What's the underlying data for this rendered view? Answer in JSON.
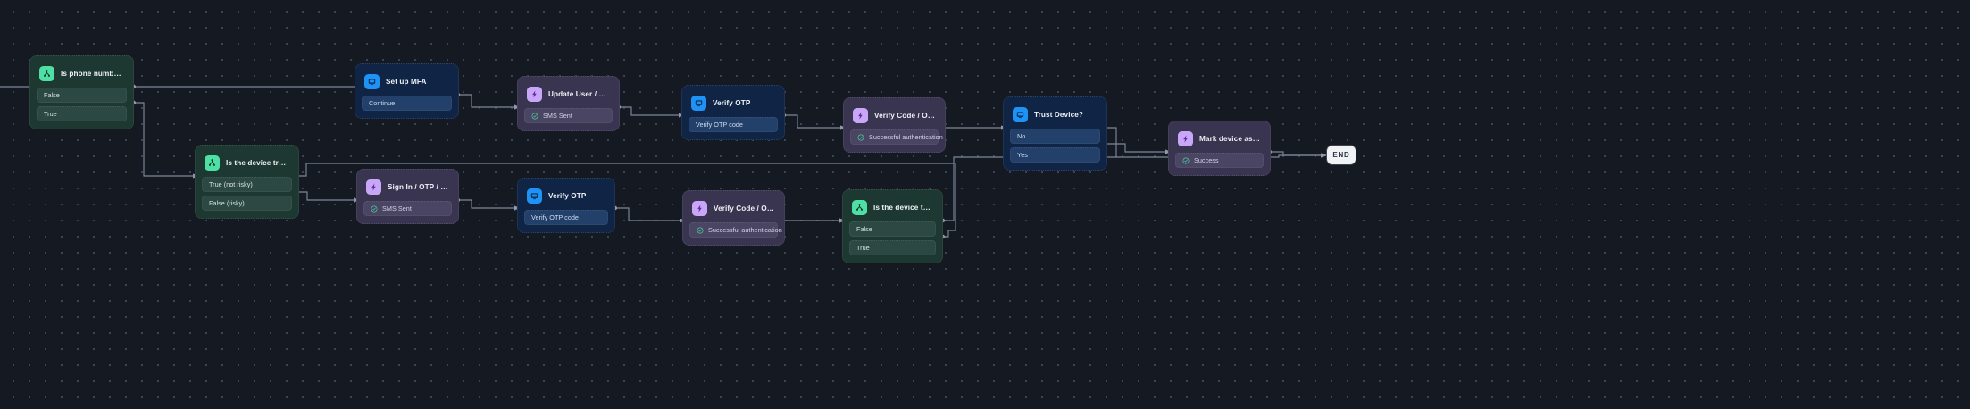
{
  "canvas": {
    "background": "#141922",
    "grid_dot_color": "#3b4354",
    "accents": {
      "green": "#4ddfa4",
      "green_node": "#1d3830",
      "blue": "#1f93f5",
      "blue_node": "#102546",
      "purple": "#c9a6f7",
      "purple_node": "#393450",
      "edge": "#7b8799",
      "end_pill": "#f0f2f5"
    }
  },
  "nodes": [
    {
      "id": "is-phone-number-verified",
      "kind": "condition",
      "icon": "branch-icon",
      "title": "Is phone number verified?",
      "rows": [
        {
          "label": "False",
          "icon": "none"
        },
        {
          "label": "True",
          "icon": "none"
        }
      ]
    },
    {
      "id": "set-up-mfa",
      "kind": "screen",
      "icon": "screen-icon",
      "title": "Set up MFA",
      "rows": [
        {
          "label": "Continue",
          "icon": "none"
        }
      ]
    },
    {
      "id": "update-user-otp-sms",
      "kind": "action",
      "icon": "bolt-icon",
      "title": "Update User / OTP / SMS",
      "rows": [
        {
          "label": "SMS Sent",
          "icon": "check-circle-icon"
        }
      ]
    },
    {
      "id": "verify-otp-top",
      "kind": "screen",
      "icon": "screen-icon",
      "title": "Verify OTP",
      "rows": [
        {
          "label": "Verify OTP code",
          "icon": "none"
        }
      ]
    },
    {
      "id": "verify-code-otp-sms-top",
      "kind": "action",
      "icon": "bolt-icon",
      "title": "Verify Code / OTP / SMS",
      "rows": [
        {
          "label": "Successful authentication",
          "icon": "check-circle-icon"
        }
      ]
    },
    {
      "id": "trust-device",
      "kind": "screen",
      "icon": "screen-icon",
      "title": "Trust Device?",
      "rows": [
        {
          "label": "No",
          "icon": "none"
        },
        {
          "label": "Yes",
          "icon": "none"
        }
      ]
    },
    {
      "id": "mark-device-as-trusted",
      "kind": "action",
      "icon": "bolt-icon",
      "title": "Mark device as trusted",
      "rows": [
        {
          "label": "Success",
          "icon": "check-circle-icon"
        }
      ]
    },
    {
      "id": "is-the-device-trusted-and-no-imp",
      "kind": "condition",
      "icon": "branch-icon",
      "title": "Is the device trusted and no imp…",
      "rows": [
        {
          "label": "True (not risky)",
          "icon": "none"
        },
        {
          "label": "False (risky)",
          "icon": "none"
        }
      ]
    },
    {
      "id": "sign-in-otp-sms",
      "kind": "action",
      "icon": "bolt-icon",
      "title": "Sign In / OTP / SMS",
      "rows": [
        {
          "label": "SMS Sent",
          "icon": "check-circle-icon"
        }
      ]
    },
    {
      "id": "verify-otp-bottom",
      "kind": "screen",
      "icon": "screen-icon",
      "title": "Verify OTP",
      "rows": [
        {
          "label": "Verify OTP code",
          "icon": "none"
        }
      ]
    },
    {
      "id": "verify-code-otp-sms-bottom",
      "kind": "action",
      "icon": "bolt-icon",
      "title": "Verify Code / OTP / SMS",
      "rows": [
        {
          "label": "Successful authentication",
          "icon": "check-circle-icon"
        }
      ]
    },
    {
      "id": "is-the-device-trusted",
      "kind": "condition",
      "icon": "branch-icon",
      "title": "Is the device trusted?",
      "rows": [
        {
          "label": "False",
          "icon": "none"
        },
        {
          "label": "True",
          "icon": "none"
        }
      ]
    }
  ],
  "terminal": {
    "label": "END"
  }
}
